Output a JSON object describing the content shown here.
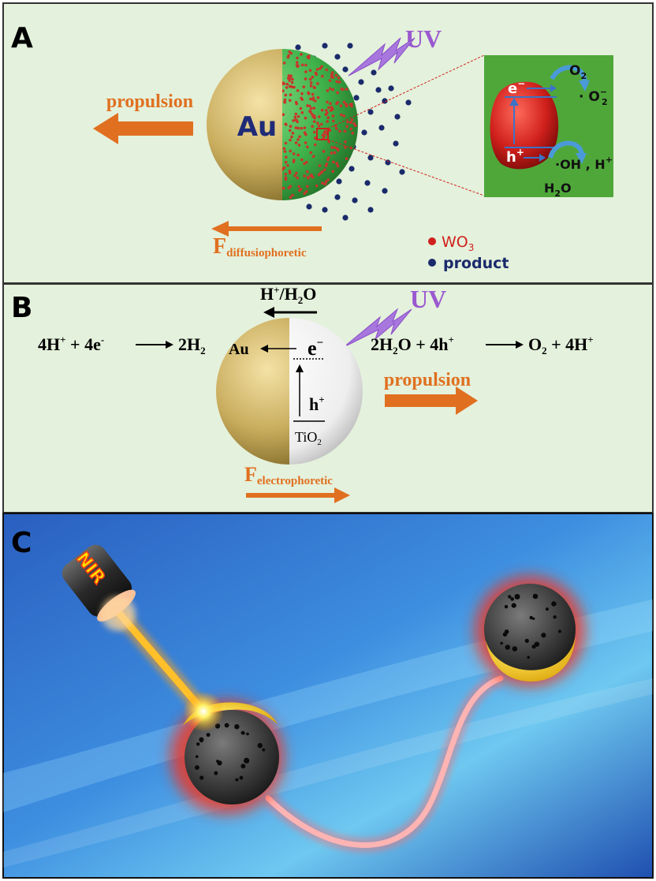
{
  "panels": {
    "a": {
      "letter": "A",
      "propulsion": "propulsion",
      "uv": "UV",
      "au": "Au",
      "force_main": "F",
      "force_sub": "diffusiophoretic",
      "legend": [
        {
          "label": "WO",
          "sub": "3",
          "color": "#d0201c"
        },
        {
          "label": "product",
          "sub": "",
          "color": "#1a2a6b"
        }
      ],
      "inset": {
        "electron": "e",
        "electron_sup": "−",
        "hole": "h",
        "hole_sup": "+",
        "o2": "O",
        "o2_sub": "2",
        "superoxide": "· O",
        "superoxide_sub": "2",
        "superoxide_sup": "−",
        "hydroxyl": "·OH , H",
        "hydroxyl_sup": "+",
        "water": "H",
        "water_sub": "2",
        "water_end": "O"
      },
      "colors": {
        "au": "#c9ad5e",
        "wo3_shell": "#3fb24a",
        "particle": "#c8352c",
        "product": "#1a2a6b",
        "arrow": "#e07020",
        "uv": "#9b59d0",
        "inset_bg": "#4fa73a"
      }
    },
    "b": {
      "letter": "B",
      "top_label": "H",
      "top_sup": "+",
      "top_end": "/H",
      "top_sub": "2",
      "top_end2": "O",
      "uv": "UV",
      "left_eq": {
        "a": "4H",
        "a_sup": "+",
        "b": " + 4e",
        "b_sup": "-",
        "c": "2H",
        "c_sub": "2"
      },
      "right_eq": {
        "a": "2H",
        "a_sub": "2",
        "b": "O + 4h",
        "b_sup": "+",
        "c": "O",
        "c_sub": "2",
        "d": " + 4H",
        "d_sup": "+"
      },
      "au": "Au",
      "electron": "e",
      "electron_sup": "−",
      "hole": "h",
      "hole_sup": "+",
      "tio2": "TiO",
      "tio2_sub": "2",
      "propulsion": "propulsion",
      "force_main": "F",
      "force_sub": "electrophoretic"
    },
    "c": {
      "letter": "C",
      "nir": "NIR",
      "colors": {
        "bg_deep": "#1f4fb0",
        "bg_light": "#6ec8f0",
        "beam": "#f5a020",
        "glow": "#ff2a10",
        "tail": "#ff9a9a"
      }
    }
  }
}
